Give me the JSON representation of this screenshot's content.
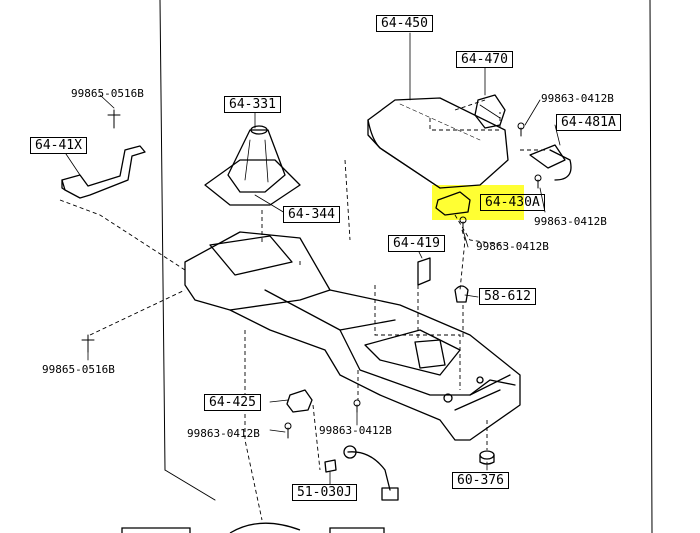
{
  "highlight_color": "#ffff33",
  "part_labels": {
    "p64_450": "64-450",
    "p64_470": "64-470",
    "p64_331": "64-331",
    "p64_41x": "64-41X",
    "p64_344": "64-344",
    "p64_481a": "64-481A",
    "p64_430a": "64-430A",
    "p64_419": "64-419",
    "p58_612": "58-612",
    "p64_425": "64-425",
    "p60_376": "60-376",
    "p51_030j": "51-030J"
  },
  "fastener_labels": {
    "f_99865_0516b_top": "99865-0516B",
    "f_99865_0516b_bottom": "99865-0516B",
    "f_99863_0412b_top": "99863-0412B",
    "f_99863_0412b_mid": "99863-0412B",
    "f_99863_0412b_lower": "99863-0412B",
    "f_99863_0412b_left": "99863-0412B",
    "f_99863_0412b_center": "99863-0412B"
  }
}
